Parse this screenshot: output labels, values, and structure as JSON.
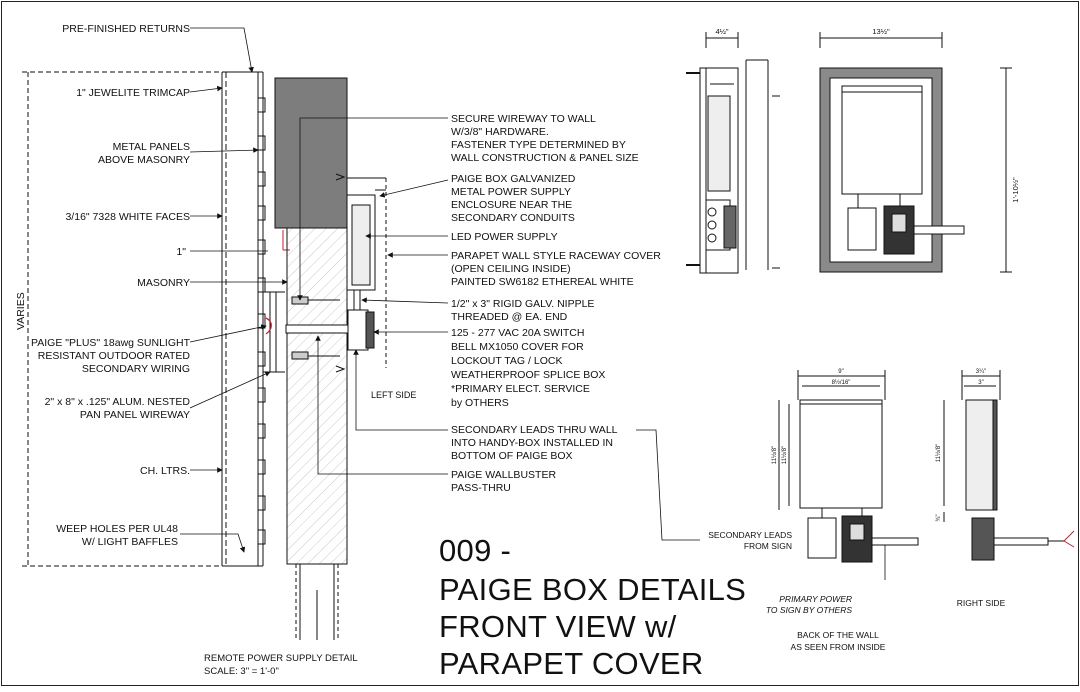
{
  "labels": {
    "prefinished_returns": "PRE-FINISHED RETURNS",
    "jewelite_trimcap": "1\" JEWELITE TRIMCAP",
    "metal_panels_1": "METAL PANELS",
    "metal_panels_2": "ABOVE MASONRY",
    "white_faces": "3/16\" 7328 WHITE FACES",
    "one_inch": "1\"",
    "masonry": "MASONRY",
    "plus_wire_1": "PAIGE \"PLUS\" 18awg SUNLIGHT",
    "plus_wire_2": "RESISTANT OUTDOOR RATED",
    "plus_wire_3": "SECONDARY WIRING",
    "wireway_1": "2\" x 8\" x .125\" ALUM. NESTED",
    "wireway_2": "PAN PANEL WIREWAY",
    "ch_ltrs": "CH. LTRS.",
    "weep_1": "WEEP HOLES PER UL48",
    "weep_2": "W/ LIGHT BAFFLES",
    "varies": "VARIES",
    "secure_1": "SECURE WIREWAY TO WALL",
    "secure_2": "W/3/8\" HARDWARE.",
    "secure_3": "FASTENER TYPE DETERMINED BY",
    "secure_4": "WALL CONSTRUCTION & PANEL SIZE",
    "paigebox_1": "PAIGE BOX GALVANIZED",
    "paigebox_2": "METAL POWER SUPPLY",
    "paigebox_3": "ENCLOSURE NEAR THE",
    "paigebox_4": "SECONDARY CONDUITS",
    "led_power": "LED POWER SUPPLY",
    "raceway_1": "PARAPET WALL STYLE RACEWAY COVER",
    "raceway_2": "(OPEN CEILING INSIDE)",
    "raceway_3": "PAINTED SW6182 ETHEREAL WHITE",
    "nipple_1": "1/2\" x 3\" RIGID GALV. NIPPLE",
    "nipple_2": "THREADED @ EA. END",
    "switch_1": "125 - 277 VAC 20A  SWITCH",
    "switch_2": "BELL MX1050  COVER FOR",
    "switch_3": "LOCKOUT TAG / LOCK",
    "switch_4": "WEATHERPROOF SPLICE BOX",
    "switch_5": "*PRIMARY ELECT. SERVICE",
    "switch_6": "by OTHERS",
    "left_side": "LEFT SIDE",
    "leads_1": "SECONDARY LEADS THRU WALL",
    "leads_2": "INTO HANDY-BOX INSTALLED IN",
    "leads_3": "BOTTOM OF PAIGE BOX",
    "wallbuster_1": "PAIGE WALLBUSTER",
    "wallbuster_2": "PASS-THRU",
    "remote_1": "REMOTE POWER SUPPLY DETAIL",
    "remote_2": "SCALE:  3\" = 1'-0\"",
    "sec_leads_1": "SECONDARY LEADS",
    "sec_leads_2": "FROM SIGN",
    "primary_1": "PRIMARY POWER",
    "primary_2": "TO SIGN BY OTHERS",
    "back_1": "BACK  OF  THE  WALL",
    "back_2": "AS SEEN FROM INSIDE",
    "right_side": "RIGHT SIDE"
  },
  "dimensions": {
    "top_left_width": "4½\"",
    "top_right_width": "13½\"",
    "top_right_height": "1'-10½\"",
    "back_width_outer": "9\"",
    "back_width_inner": "8½/16\"",
    "back_height_outer": "11½/8\"",
    "back_height_inner": "11½/8\"",
    "right_width_outer": "3¼\"",
    "right_width_inner": "3\"",
    "right_height": "11½/8\"",
    "right_small": "¾\""
  },
  "title": {
    "line1": "009 -",
    "line2": "PAIGE BOX DETAILS",
    "line3": "FRONT VIEW w/",
    "line4": "PARAPET COVER"
  }
}
